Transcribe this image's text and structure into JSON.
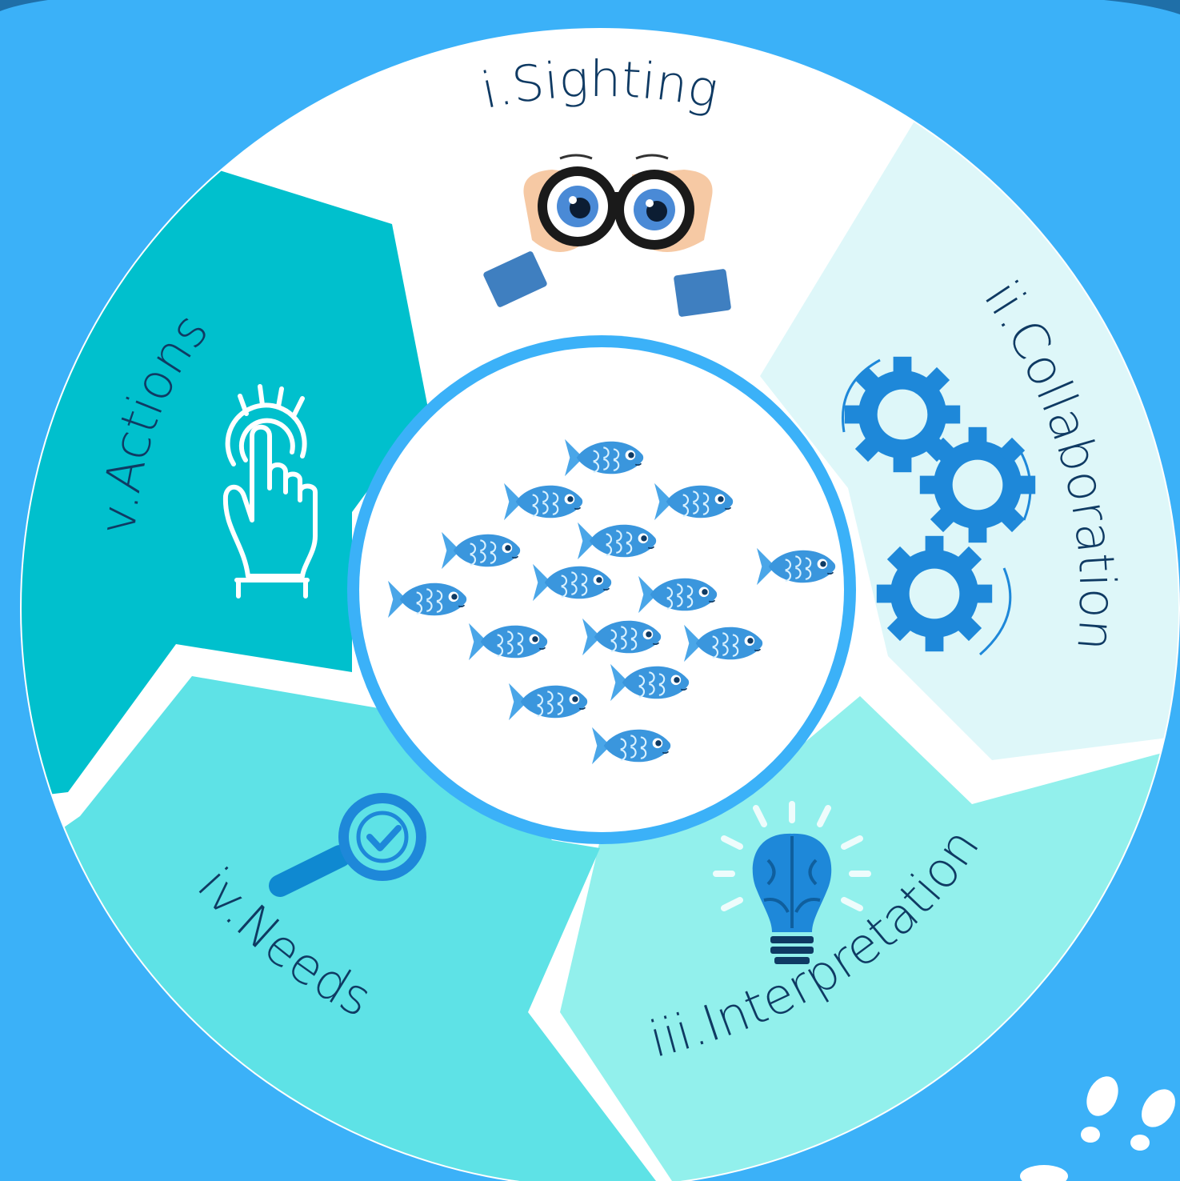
{
  "diagram": {
    "title": "",
    "center": {
      "icon": "fish-school-icon"
    },
    "segments": [
      {
        "id": "sighting",
        "label": "i.Sighting",
        "icon": "binoculars-icon",
        "color": "#ffffff"
      },
      {
        "id": "collaboration",
        "label": "ii.Collaboration",
        "icon": "gears-icon",
        "color": "#def7f9"
      },
      {
        "id": "interpretation",
        "label": "iii.Interpretation",
        "icon": "lightbulb-brain-icon",
        "color": "#92f0ec"
      },
      {
        "id": "needs",
        "label": "iv.Needs",
        "icon": "magnifier-check-icon",
        "color": "#5ee2e6"
      },
      {
        "id": "actions",
        "label": "v.Actions",
        "icon": "touch-hand-icon",
        "color": "#00c0cd"
      }
    ],
    "colors": {
      "background": "#3bb1f8",
      "ring_border": "#ffffff",
      "label_text": "#0f3a63",
      "fish": "#3a96dd"
    },
    "decoration": {
      "footprints_icon": "footprints-icon"
    }
  }
}
